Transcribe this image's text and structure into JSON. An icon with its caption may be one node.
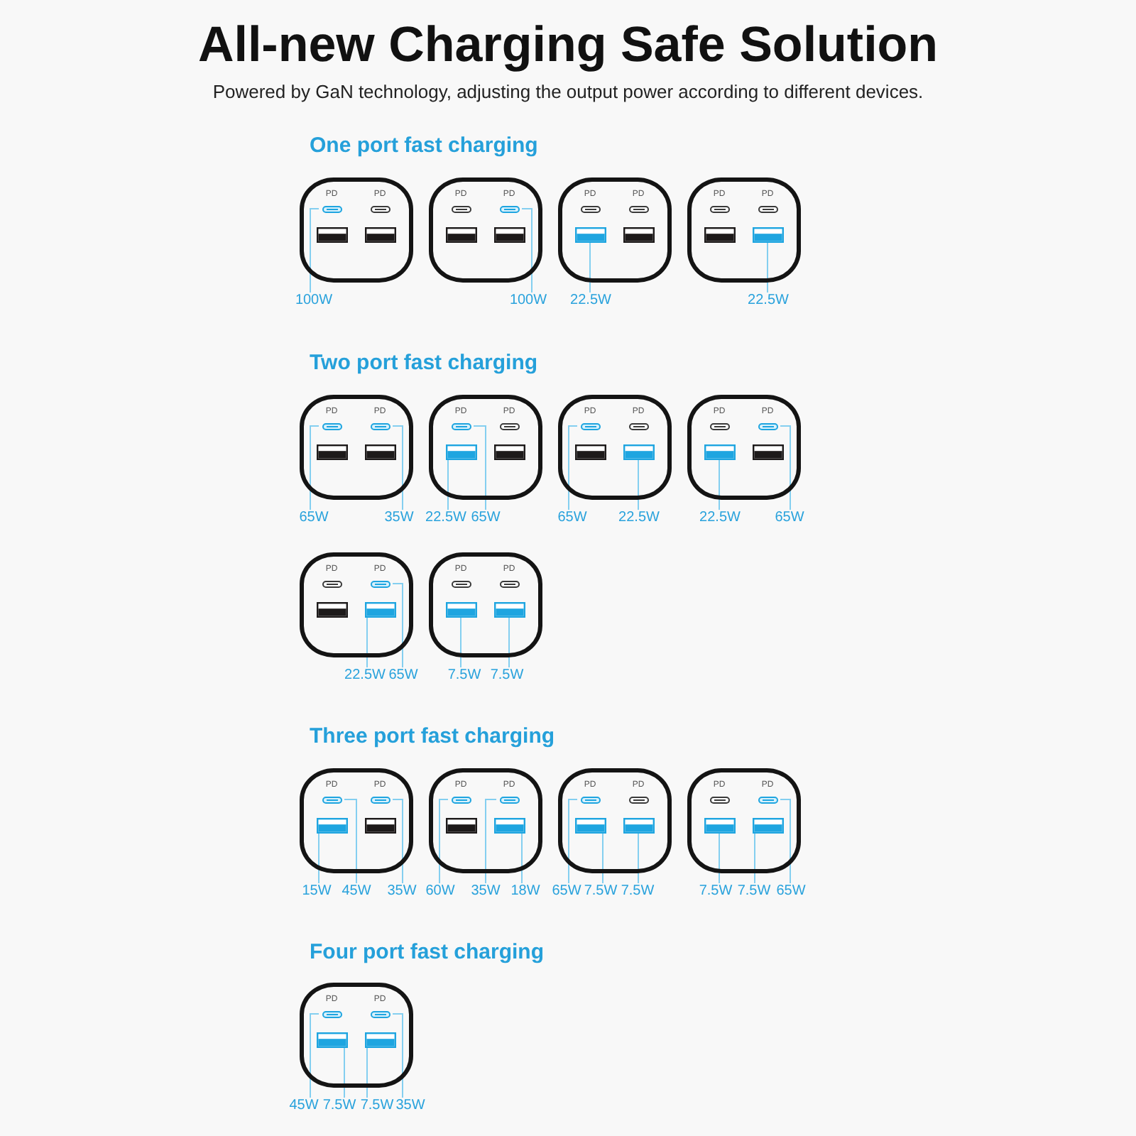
{
  "diagram": {
    "title": "All-new Charging Safe Solution",
    "nodes": [
      {
        "text": [],
        "shape": "box"
      },
      {
        "text": [
          "PD"
        ],
        "in": 0
      },
      {
        "text": [
          "PD"
        ],
        "in": 0
      },
      {
        "text": [],
        "shape": "box",
        "in": 0
      },
      {
        "text": [],
        "shape": "box",
        "in": 0
      },
      {
        "text": [
          "100W"
        ]
      },
      {
        "text": [],
        "shape": "box"
      },
      {
        "text": [
          "PD"
        ],
        "in": 6
      },
      {
        "text": [
          "PD"
        ],
        "in": 6
      },
      {
        "text": [],
        "shape": "box",
        "in": 6
      },
      {
        "text": [],
        "shape": "box",
        "in": 6
      },
      {
        "text": [
          "100W"
        ]
      },
      {
        "text": [],
        "shape": "box"
      },
      {
        "text": [
          "PD"
        ],
        "in": 12
      },
      {
        "text": [
          "PD"
        ],
        "in": 12
      },
      {
        "text": [],
        "shape": "box",
        "in": 12
      },
      {
        "text": [],
        "shape": "box",
        "in": 12
      },
      {
        "text": [
          "22.5W"
        ]
      },
      {
        "text": [],
        "shape": "box"
      },
      {
        "text": [
          "PD"
        ],
        "in": 18
      },
      {
        "text": [
          "PD"
        ],
        "in": 18
      },
      {
        "text": [],
        "shape": "box",
        "in": 18
      },
      {
        "text": [],
        "shape": "box",
        "in": 18
      },
      {
        "text": [
          "22.5W"
        ]
      },
      {
        "text": [],
        "shape": "box"
      },
      {
        "text": [
          "PD"
        ],
        "in": 24
      },
      {
        "text": [
          "PD"
        ],
        "in": 24
      },
      {
        "text": [],
        "shape": "box",
        "in": 24
      },
      {
        "text": [],
        "shape": "box",
        "in": 24
      },
      {
        "text": [
          "65W"
        ]
      },
      {
        "text": [
          "35W"
        ]
      },
      {
        "text": [],
        "shape": "box"
      },
      {
        "text": [
          "PD"
        ],
        "in": 31
      },
      {
        "text": [
          "PD"
        ],
        "in": 31
      },
      {
        "text": [],
        "shape": "box",
        "in": 31
      },
      {
        "text": [],
        "shape": "box",
        "in": 31
      },
      {
        "text": [
          "22.5W"
        ]
      },
      {
        "text": [
          "65W"
        ]
      },
      {
        "text": [],
        "shape": "box"
      },
      {
        "text": [
          "PD"
        ],
        "in": 38
      },
      {
        "text": [
          "PD"
        ],
        "in": 38
      },
      {
        "text": [],
        "shape": "box",
        "in": 38
      },
      {
        "text": [],
        "shape": "box",
        "in": 38
      },
      {
        "text": [
          "65W"
        ]
      },
      {
        "text": [
          "22.5W"
        ]
      },
      {
        "text": [],
        "shape": "box"
      },
      {
        "text": [
          "PD"
        ],
        "in": 45
      },
      {
        "text": [
          "PD"
        ],
        "in": 45
      },
      {
        "text": [],
        "shape": "box",
        "in": 45
      },
      {
        "text": [],
        "shape": "box",
        "in": 45
      },
      {
        "text": [
          "22.5W"
        ]
      },
      {
        "text": [
          "65W"
        ]
      },
      {
        "text": [],
        "shape": "box"
      },
      {
        "text": [
          "PD"
        ],
        "in": 52
      },
      {
        "text": [
          "PD"
        ],
        "in": 52
      },
      {
        "text": [],
        "shape": "box",
        "in": 52
      },
      {
        "text": [],
        "shape": "box",
        "in": 52
      },
      {
        "text": [
          "22.5W"
        ]
      },
      {
        "text": [
          "65W"
        ]
      },
      {
        "text": [],
        "shape": "box"
      },
      {
        "text": [
          "PD"
        ],
        "in": 59
      },
      {
        "text": [
          "PD"
        ],
        "in": 59
      },
      {
        "text": [],
        "shape": "box",
        "in": 59
      },
      {
        "text": [],
        "shape": "box",
        "in": 59
      },
      {
        "text": [
          "7.5W"
        ]
      },
      {
        "text": [
          "7.5W"
        ]
      },
      {
        "text": [],
        "shape": "box"
      },
      {
        "text": [
          "PD"
        ],
        "in": 66
      },
      {
        "text": [
          "PD"
        ],
        "in": 66
      },
      {
        "text": [],
        "shape": "box",
        "in": 66
      },
      {
        "text": [],
        "shape": "box",
        "in": 66
      },
      {
        "text": [
          "15W"
        ]
      },
      {
        "text": [
          "45W"
        ]
      },
      {
        "text": [
          "35W"
        ]
      },
      {
        "text": [],
        "shape": "box"
      },
      {
        "text": [
          "PD"
        ],
        "in": 74
      },
      {
        "text": [
          "PD"
        ],
        "in": 74
      },
      {
        "text": [],
        "shape": "box",
        "in": 74
      },
      {
        "text": [],
        "shape": "box",
        "in": 74
      },
      {
        "text": [
          "60W"
        ]
      },
      {
        "text": [
          "35W"
        ]
      },
      {
        "text": [
          "18W"
        ]
      },
      {
        "text": [],
        "shape": "box"
      },
      {
        "text": [
          "PD"
        ],
        "in": 82
      },
      {
        "text": [
          "PD"
        ],
        "in": 82
      },
      {
        "text": [],
        "shape": "box",
        "in": 82
      },
      {
        "text": [],
        "shape": "box",
        "in": 82
      },
      {
        "text": [
          "65W"
        ]
      },
      {
        "text": [
          "7.5W"
        ]
      },
      {
        "text": [
          "7.5W"
        ]
      },
      {
        "text": [],
        "shape": "box"
      },
      {
        "text": [
          "PD"
        ],
        "in": 90
      },
      {
        "text": [
          "PD"
        ],
        "in": 90
      },
      {
        "text": [],
        "shape": "box",
        "in": 90
      },
      {
        "text": [],
        "shape": "box",
        "in": 90
      },
      {
        "text": [
          "7.5W"
        ]
      },
      {
        "text": [
          "7.5W"
        ]
      },
      {
        "text": [
          "65W"
        ]
      },
      {
        "text": [],
        "shape": "box"
      },
      {
        "text": [
          "PD"
        ],
        "in": 98
      },
      {
        "text": [
          "PD"
        ],
        "in": 98
      },
      {
        "text": [],
        "shape": "box",
        "in": 98
      },
      {
        "text": [],
        "shape": "box",
        "in": 98
      },
      {
        "text": [
          "45W"
        ]
      },
      {
        "text": [
          "7.5W"
        ]
      },
      {
        "text": [
          "7.5W"
        ]
      },
      {
        "text": [
          "35W"
        ]
      }
    ],
    "edges": [
      {
        "from": 5,
        "to": 1,
        "arrow": "none"
      },
      {
        "from": 11,
        "to": 8,
        "arrow": "none"
      },
      {
        "from": 17,
        "to": 15,
        "arrow": "none"
      },
      {
        "from": 23,
        "to": 22,
        "arrow": "none"
      },
      {
        "from": 29,
        "to": 25,
        "arrow": "none"
      },
      {
        "from": 30,
        "to": 26,
        "arrow": "none"
      },
      {
        "from": 36,
        "to": 34,
        "arrow": "none"
      },
      {
        "from": 37,
        "to": 32,
        "arrow": "none"
      },
      {
        "from": 43,
        "to": 39,
        "arrow": "none"
      },
      {
        "from": 44,
        "to": 42,
        "arrow": "none"
      },
      {
        "from": 50,
        "to": 48,
        "arrow": "none"
      },
      {
        "from": 51,
        "to": 47,
        "arrow": "none"
      },
      {
        "from": 57,
        "to": 56,
        "arrow": "none"
      },
      {
        "from": 58,
        "to": 54,
        "arrow": "none"
      },
      {
        "from": 64,
        "to": 62,
        "arrow": "none"
      },
      {
        "from": 65,
        "to": 63,
        "arrow": "none"
      },
      {
        "from": 71,
        "to": 69,
        "arrow": "none"
      },
      {
        "from": 72,
        "to": 67,
        "arrow": "none"
      },
      {
        "from": 73,
        "to": 68,
        "arrow": "none"
      },
      {
        "from": 79,
        "to": 75,
        "arrow": "none"
      },
      {
        "from": 80,
        "to": 76,
        "arrow": "none"
      },
      {
        "from": 81,
        "to": 78,
        "arrow": "none"
      },
      {
        "from": 87,
        "to": 83,
        "arrow": "none"
      },
      {
        "from": 88,
        "to": 85,
        "arrow": "none"
      },
      {
        "from": 89,
        "to": 86,
        "arrow": "none"
      },
      {
        "from": 95,
        "to": 93,
        "arrow": "none"
      },
      {
        "from": 96,
        "to": 94,
        "arrow": "none"
      },
      {
        "from": 97,
        "to": 92,
        "arrow": "none"
      },
      {
        "from": 103,
        "to": 99,
        "arrow": "none"
      },
      {
        "from": 104,
        "to": 101,
        "arrow": "none"
      },
      {
        "from": 105,
        "to": 102,
        "arrow": "none"
      },
      {
        "from": 106,
        "to": 100,
        "arrow": "none"
      }
    ],
    "labels": [
      "Powered by GaN technology, adjusting the output power according to different devices.",
      "One port fast charging",
      "Two port fast charging",
      "Three port fast charging",
      "Four port fast charging"
    ]
  }
}
